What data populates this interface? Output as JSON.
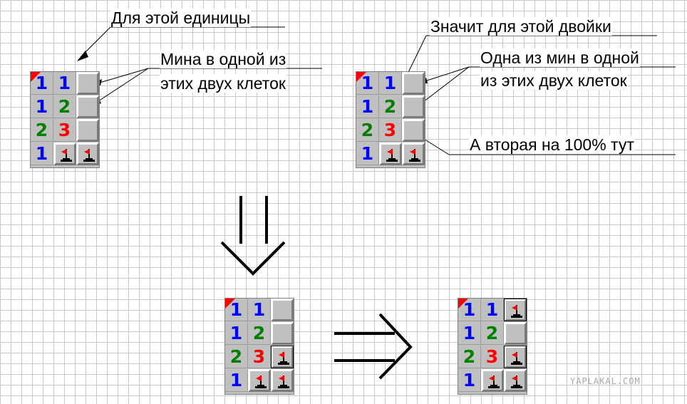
{
  "annotations": {
    "top_left": "Для этой единицы",
    "mine_one_line1": "Мина в одной из",
    "mine_one_line2": "этих двух клеток",
    "top_right": "Значит для этой двойки",
    "one_mine_line1": "Одна из мин в одной",
    "one_mine_line2": "из этих двух клеток",
    "second_mine": "А вторая на 100% тут"
  },
  "boards": [
    {
      "name": "board-before-left",
      "rows": [
        [
          "1",
          "1",
          "#"
        ],
        [
          "1",
          "2",
          "#"
        ],
        [
          "2",
          "3",
          "#"
        ],
        [
          "1",
          "F",
          "F"
        ]
      ]
    },
    {
      "name": "board-before-right",
      "rows": [
        [
          "1",
          "1",
          "#"
        ],
        [
          "1",
          "2",
          "#"
        ],
        [
          "2",
          "3",
          "#"
        ],
        [
          "1",
          "F",
          "F"
        ]
      ]
    },
    {
      "name": "board-step",
      "rows": [
        [
          "1",
          "1",
          "#"
        ],
        [
          "1",
          "2",
          "#"
        ],
        [
          "2",
          "3",
          "F"
        ],
        [
          "1",
          "F",
          "F"
        ]
      ]
    },
    {
      "name": "board-result",
      "rows": [
        [
          "1",
          "1",
          "F"
        ],
        [
          "1",
          "2",
          "#"
        ],
        [
          "2",
          "3",
          "F"
        ],
        [
          "1",
          "F",
          "F"
        ]
      ]
    }
  ],
  "watermark": "YAPLAKAL.COM",
  "colors": {
    "one": "#0000ff",
    "two": "#008000",
    "three": "#ff0000",
    "cell": "#c0c0c0",
    "grid": "#c8c8c8"
  }
}
